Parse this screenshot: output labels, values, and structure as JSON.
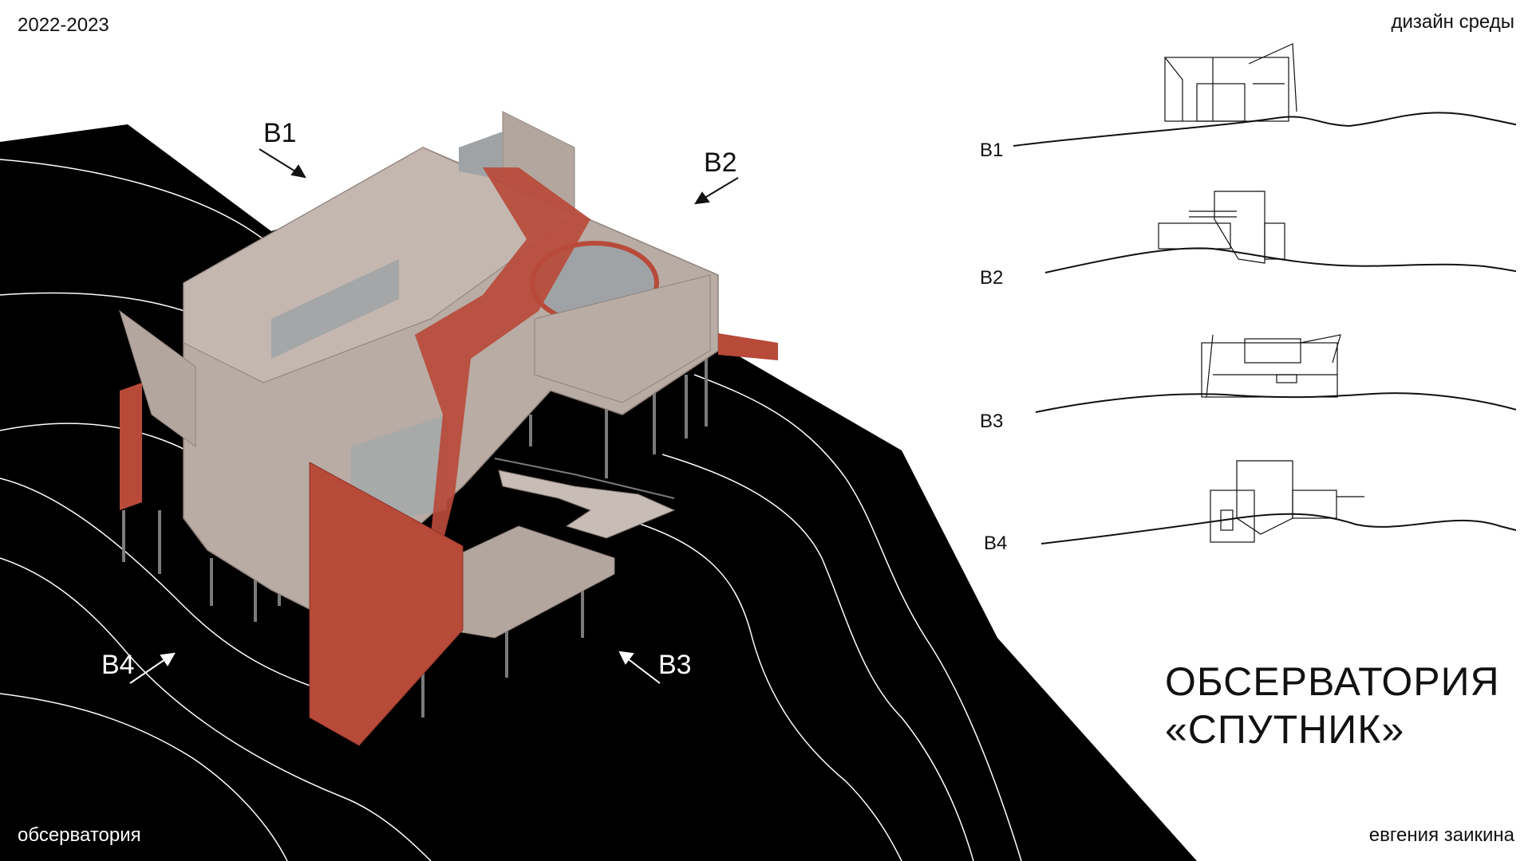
{
  "header": {
    "year": "2022-2023",
    "discipline": "дизайн среды"
  },
  "footer": {
    "project_type": "обсерватория",
    "author": "евгения заикина"
  },
  "title": {
    "line1": "ОБСЕРВАТОРИЯ",
    "line2": "«СПУТНИК»"
  },
  "axonometry": {
    "view_labels": [
      "B1",
      "B2",
      "B3",
      "B4"
    ],
    "colors": {
      "terrain": "#000000",
      "contour": "#ffffff",
      "wood": "#b9aca4",
      "accent_red": "#b84a3a",
      "glass": "#9fa3a6"
    }
  },
  "sections": {
    "labels": [
      "B1",
      "B2",
      "B3",
      "B4"
    ]
  }
}
